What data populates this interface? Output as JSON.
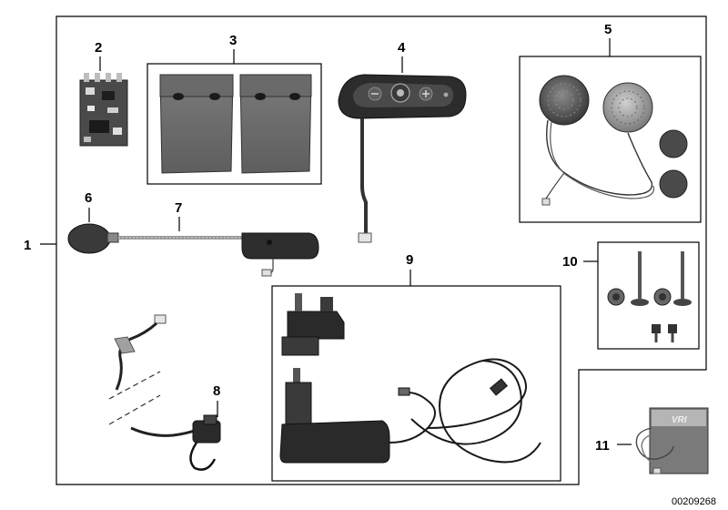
{
  "callouts": {
    "c1": "1",
    "c2": "2",
    "c3": "3",
    "c4": "4",
    "c5": "5",
    "c6": "6",
    "c7": "7",
    "c8": "8",
    "c9": "9",
    "c10": "10",
    "c11": "11"
  },
  "document_id": "00209268"
}
